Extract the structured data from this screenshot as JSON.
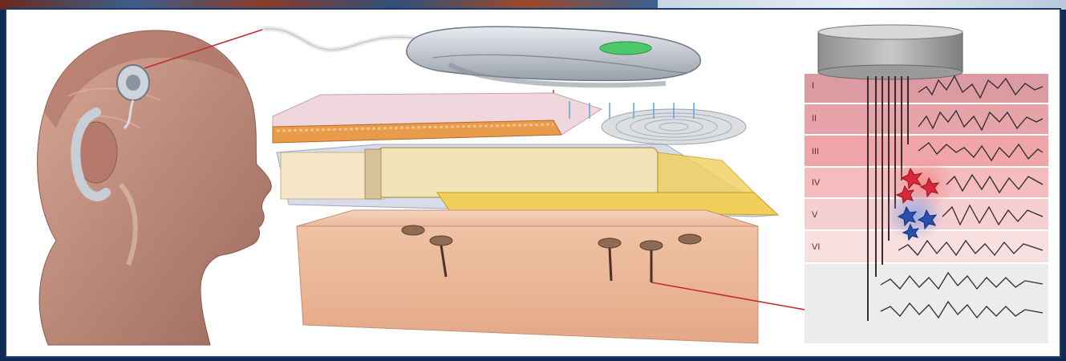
{
  "figure": {
    "colors": {
      "frame": "#1b3b6e",
      "background": "#ffffff",
      "skin": "#c98f7a",
      "tissue_block": "#f2c9a8",
      "connector_red": "#c0282d",
      "excitatory_red": "#d8283a",
      "inhibitory_blue": "#2a4fb0"
    },
    "cortical_layers": {
      "labels": [
        "I",
        "II",
        "III",
        "IV",
        "V",
        "VI"
      ]
    },
    "icons": [
      "head-profile",
      "implant-device",
      "wireless-coil",
      "electrode-array",
      "neuron-star"
    ]
  }
}
